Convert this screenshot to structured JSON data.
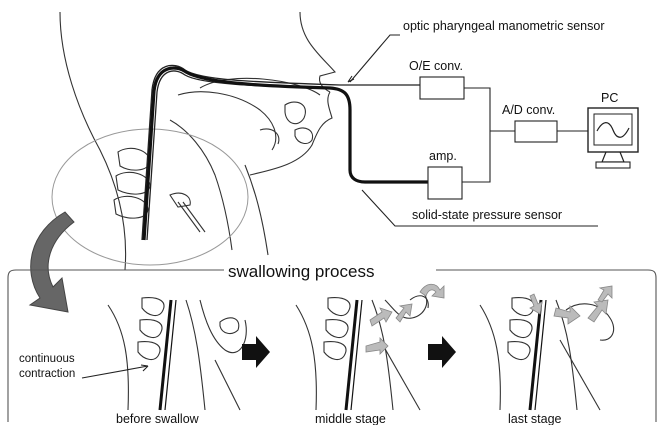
{
  "labels": {
    "optic_sensor": "optic pharyngeal manometric sensor",
    "oe_conv": "O/E conv.",
    "ad_conv": "A/D conv.",
    "pc": "PC",
    "amp": "amp.",
    "solid_sensor": "solid-state pressure sensor",
    "process_title": "swallowing process",
    "continuous_1": "continuous",
    "continuous_2": "contraction",
    "stage_before": "before swallow",
    "stage_middle": "middle stage",
    "stage_last": "last stage"
  },
  "icons": [
    "arrow-right-icon",
    "curved-arrow-icon",
    "monitor-icon"
  ]
}
